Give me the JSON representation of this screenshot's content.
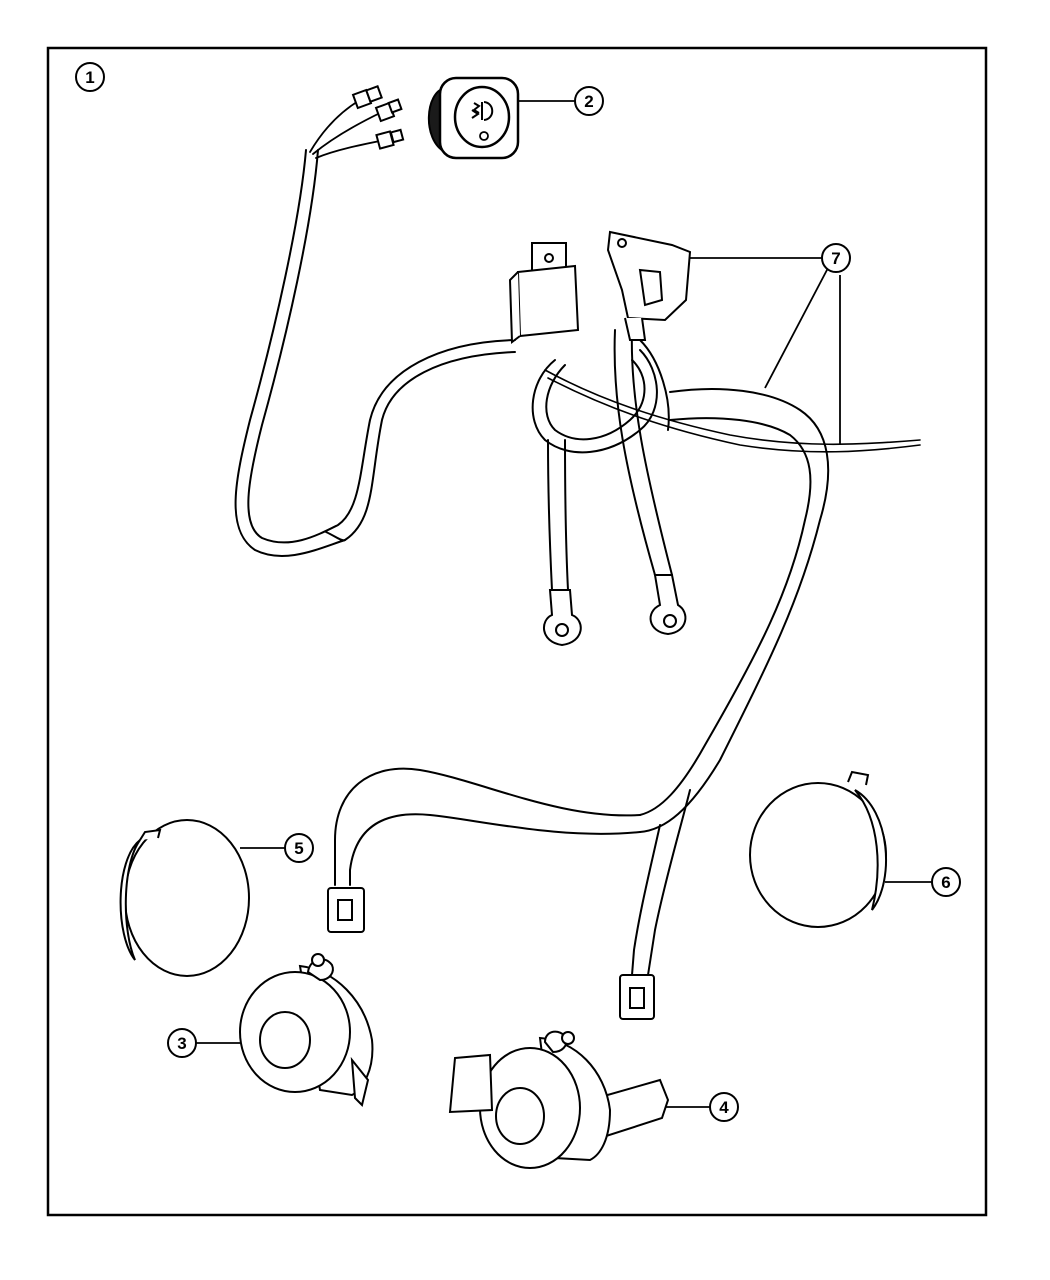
{
  "diagram": {
    "callouts": [
      {
        "id": "1",
        "label": "1"
      },
      {
        "id": "2",
        "label": "2"
      },
      {
        "id": "3",
        "label": "3"
      },
      {
        "id": "4",
        "label": "4"
      },
      {
        "id": "5",
        "label": "5"
      },
      {
        "id": "6",
        "label": "6"
      },
      {
        "id": "7",
        "label": "7"
      }
    ],
    "parts": [
      {
        "callout": "1",
        "name": "wiring-harness-kit"
      },
      {
        "callout": "2",
        "name": "fog-lamp-switch"
      },
      {
        "callout": "3",
        "name": "fog-lamp-left"
      },
      {
        "callout": "4",
        "name": "fog-lamp-right"
      },
      {
        "callout": "5",
        "name": "lamp-cover-left"
      },
      {
        "callout": "6",
        "name": "lamp-cover-right"
      },
      {
        "callout": "7",
        "name": "wiring-harness"
      }
    ],
    "colors": {
      "line": "#000000",
      "fill": "#ffffff",
      "shade": "#1a1a1a"
    }
  }
}
